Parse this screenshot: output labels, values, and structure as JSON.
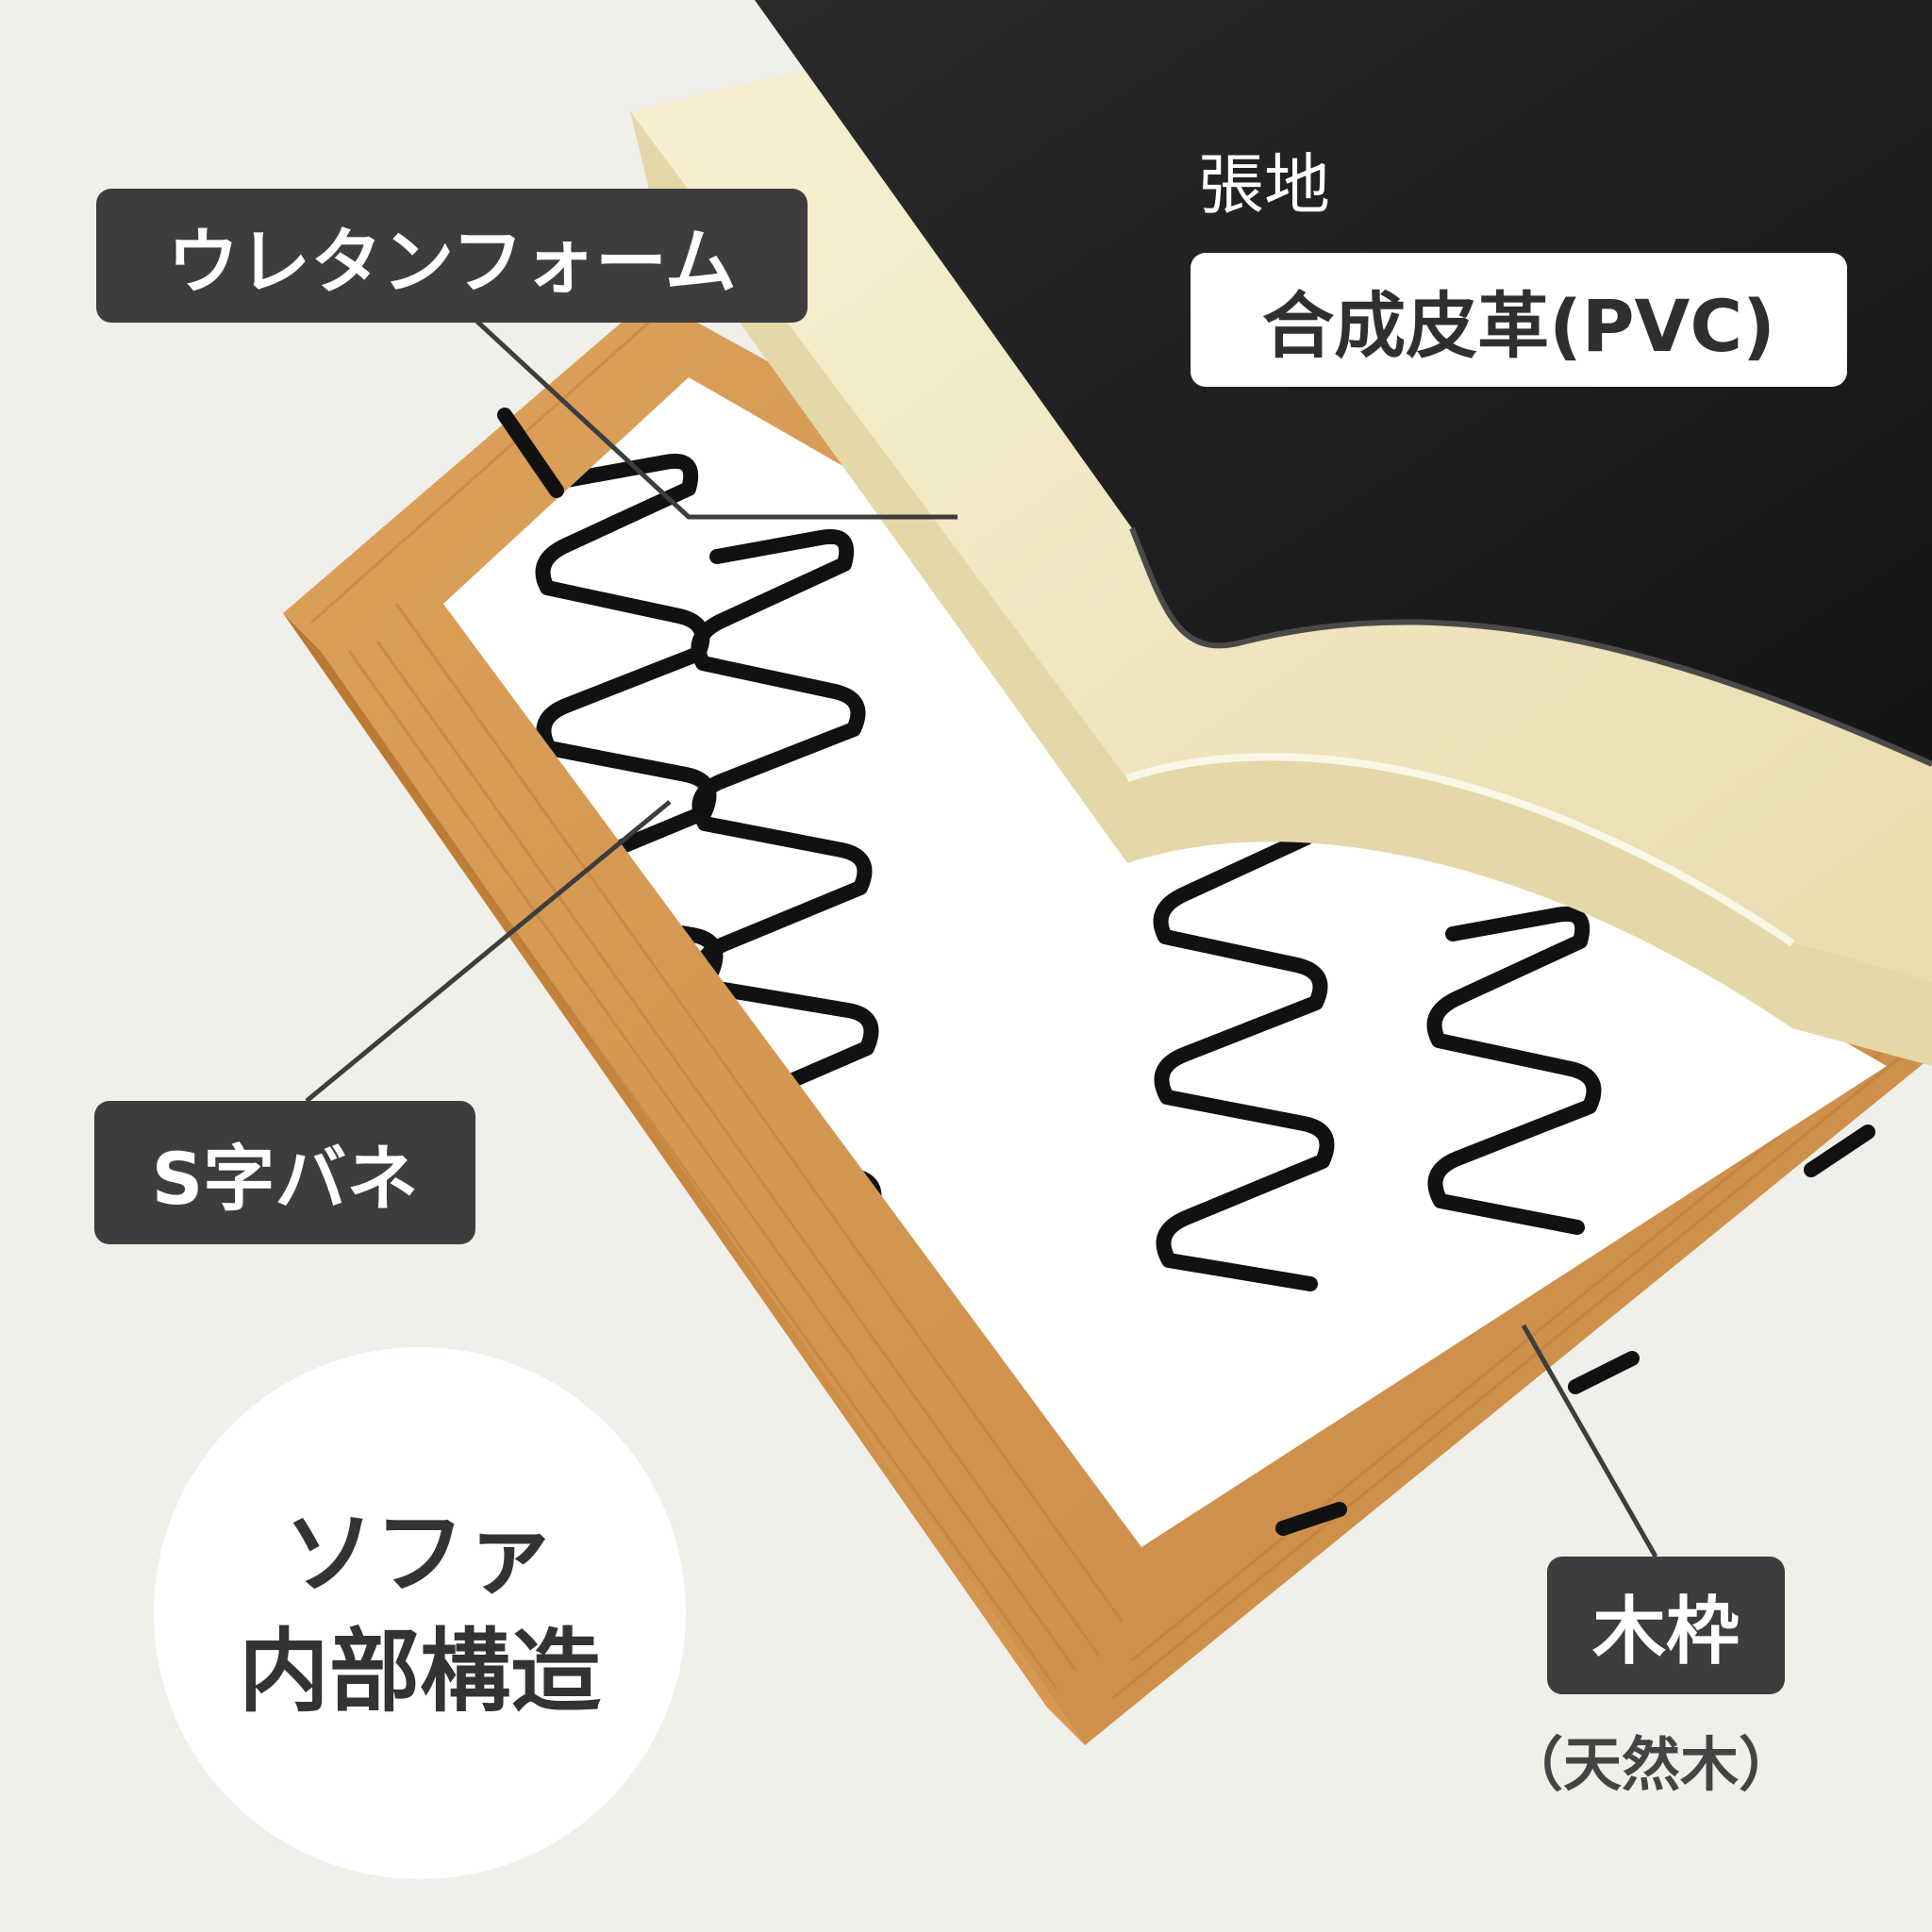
{
  "labels": {
    "urethane": "ウレタンフォーム",
    "upholstery_heading": "張地",
    "upholstery_material": "合成皮革(PVC)",
    "spring": "S字バネ",
    "frame": "木枠",
    "frame_note": "（天然木）"
  },
  "title": {
    "line1": "ソファ",
    "line2": "内部構造"
  },
  "colors": {
    "background": "#f0efea",
    "label_dark": "#3d3d3d",
    "wood": "#d39a55",
    "foam": "#f1e8c4",
    "leather": "#1c1c1c",
    "spring": "#111111"
  }
}
